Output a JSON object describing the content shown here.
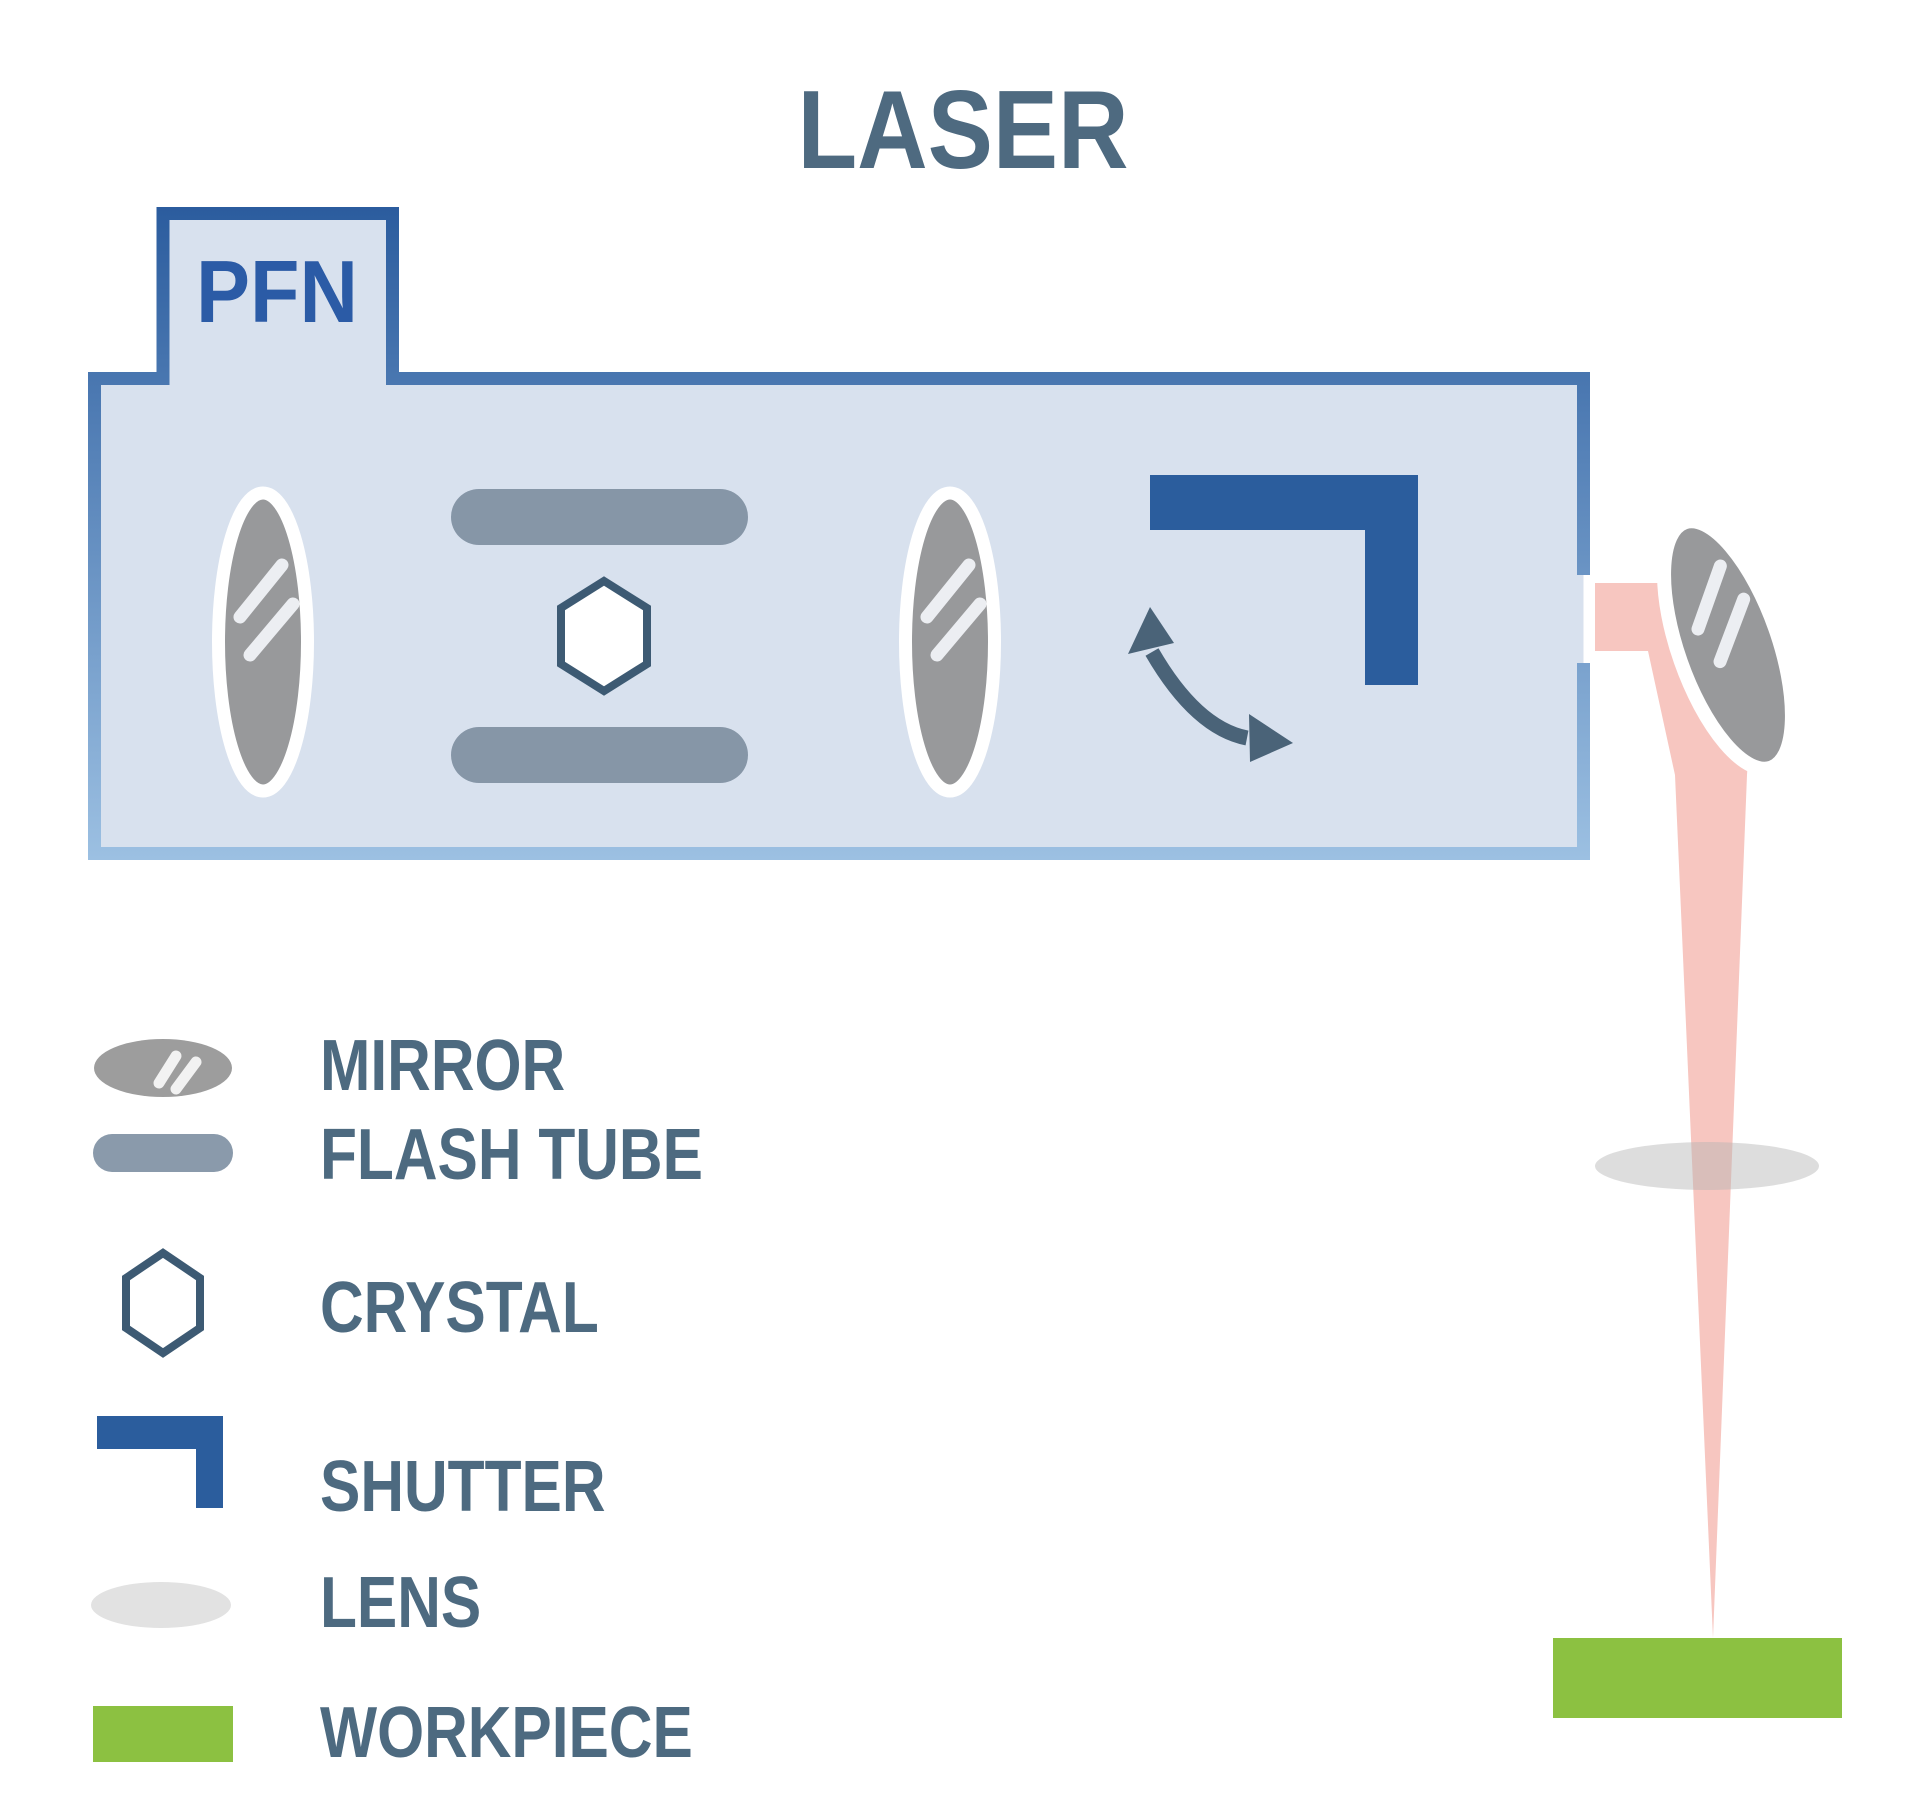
{
  "title": "LASER",
  "diagram": {
    "pfn_label": "PFN"
  },
  "legend": {
    "items": [
      {
        "id": "mirror",
        "label": "MIRROR"
      },
      {
        "id": "flash-tube",
        "label": "FLASH TUBE"
      },
      {
        "id": "crystal",
        "label": "CRYSTAL"
      },
      {
        "id": "shutter",
        "label": "SHUTTER"
      },
      {
        "id": "lens",
        "label": "LENS"
      },
      {
        "id": "workpiece",
        "label": "WORKPIECE"
      }
    ]
  },
  "colors": {
    "title_text": "#4e6a80",
    "pfn_text": "#2b5ba6",
    "cavity_fill": "#d8e1ee",
    "border_top": "#2b5c9e",
    "border_bottom": "#9cc0e2",
    "shutter_blue": "#2b5d9d",
    "flash_tube": "#8696a7",
    "legend_flash_tube": "#8a9aab",
    "mirror_gray": "#98999b",
    "legend_mirror_gray": "#9d9d9d",
    "mirror_stripe": "#eceef2",
    "crystal_stroke": "#3d5a73",
    "arrow_slate": "#4a6378",
    "beam_pink": "#f7c6c0",
    "lens_gray": "#dcdcdc",
    "workpiece_green": "#8cc141",
    "legend_text": "#4d6a80"
  }
}
